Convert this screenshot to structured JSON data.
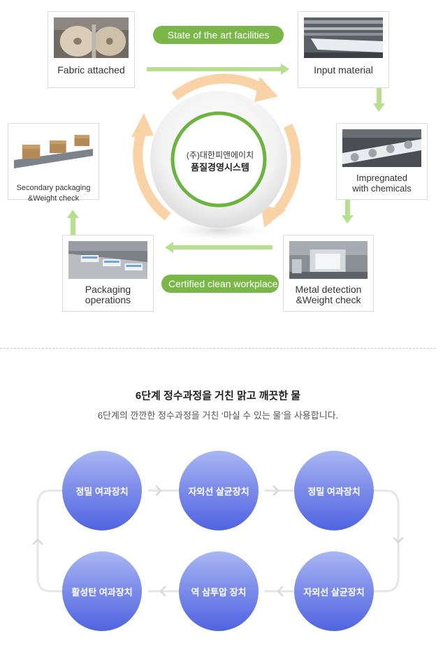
{
  "process": {
    "pill_top": "State of the art facilities",
    "pill_bottom": "Certified clean workplace",
    "center_company": "(주)대한피앤에이치",
    "center_system": "품질경영시스템",
    "steps": [
      {
        "label": "Fabric attached",
        "image": "fabric-roll-machine-photo"
      },
      {
        "label": "Input material",
        "image": "material-rollers-photo"
      },
      {
        "label": "Impregnated\nwith chemicals",
        "image": "impregnation-machine-photo"
      },
      {
        "label": "Metal detection\n&Weight check",
        "image": "metal-detector-photo"
      },
      {
        "label": "Packaging\noperations",
        "image": "packaging-line-photo"
      },
      {
        "label": "Secondary packaging\n&Weight check",
        "image": "boxes-conveyor-photo"
      }
    ],
    "colors": {
      "pill": "#7ab648",
      "arrow_green": "#b8df8f",
      "cycle_orange": "#f9d3a6",
      "ring": "#6cb33f"
    }
  },
  "water": {
    "title": "6단계 정수과정을 거친 맑고 깨끗한 물",
    "subtitle": "6단계의 깐깐한 정수과정을 거친 ‘마실 수 있는 물’을 사용합니다.",
    "steps": [
      "정밀 여과장치",
      "자외선 살균장치",
      "정밀 여과장치",
      "자외선 살균장치",
      "역 삼투압 장치",
      "활성탄 여과장치"
    ],
    "colors": {
      "circle_top": "#a9b7f2",
      "circle_bottom": "#4f63e0",
      "loop_line": "#e6e6e6"
    }
  }
}
